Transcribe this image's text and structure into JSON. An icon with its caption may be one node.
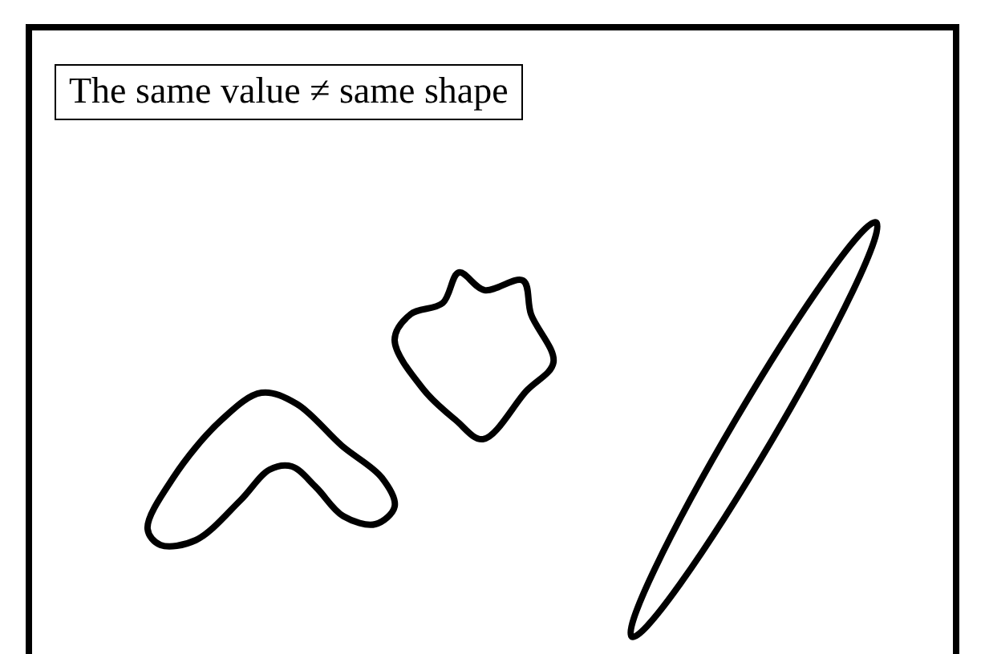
{
  "diagram": {
    "title": "The same value ≠ same shape",
    "nodes": [
      {
        "text": [],
        "shape": "boomerang"
      },
      {
        "text": [],
        "shape": "blob"
      },
      {
        "text": [],
        "shape": "ellipse"
      }
    ]
  }
}
